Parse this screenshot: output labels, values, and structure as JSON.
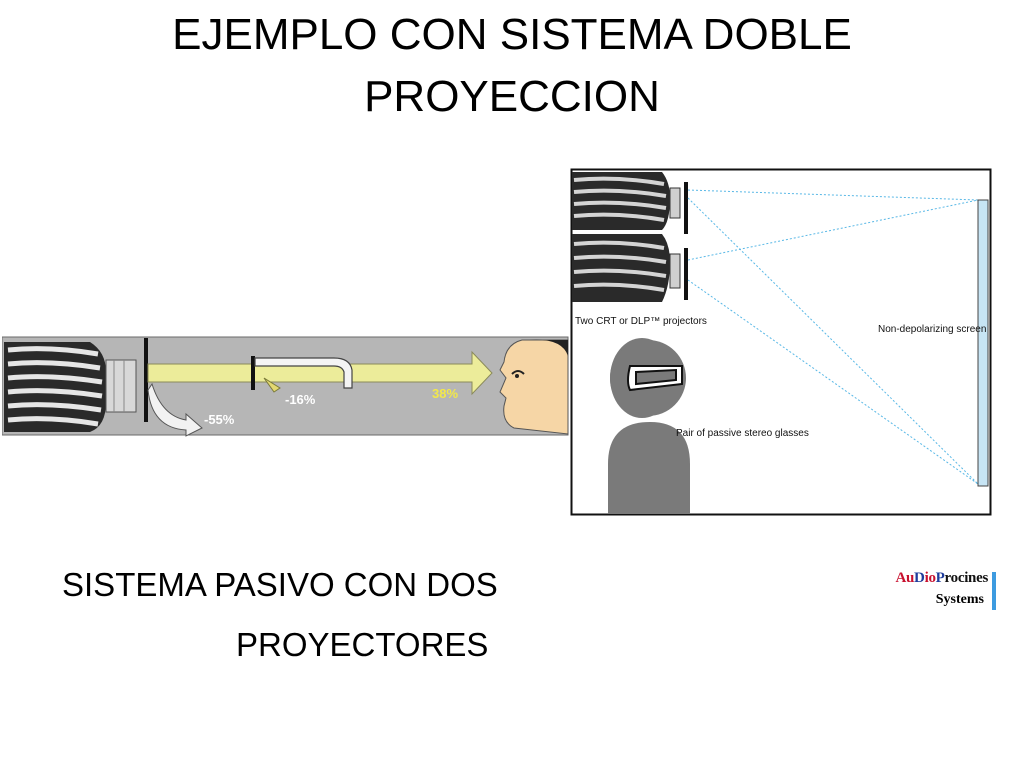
{
  "slide": {
    "title_line1": "EJEMPLO CON SISTEMA DOBLE",
    "title_line2": "PROYECCION",
    "subtitle_line1": "SISTEMA PASIVO CON DOS",
    "subtitle_line2": "PROYECTORES"
  },
  "left_diagram": {
    "loss_label": "-55%",
    "filter_label": "-16%",
    "result_label": "38%"
  },
  "right_diagram": {
    "projectors_label": "Two CRT or DLP™ projectors",
    "screen_label": "Non-depolarizing screen",
    "glasses_label": "Pair of passive stereo glasses"
  },
  "logo": {
    "name_parts": [
      "Au",
      "D",
      "io",
      "P",
      "rocines"
    ],
    "systems": "Systems",
    "colors": {
      "red": "#c8102e",
      "blue": "#1f3c9c",
      "dark": "#111111"
    }
  }
}
